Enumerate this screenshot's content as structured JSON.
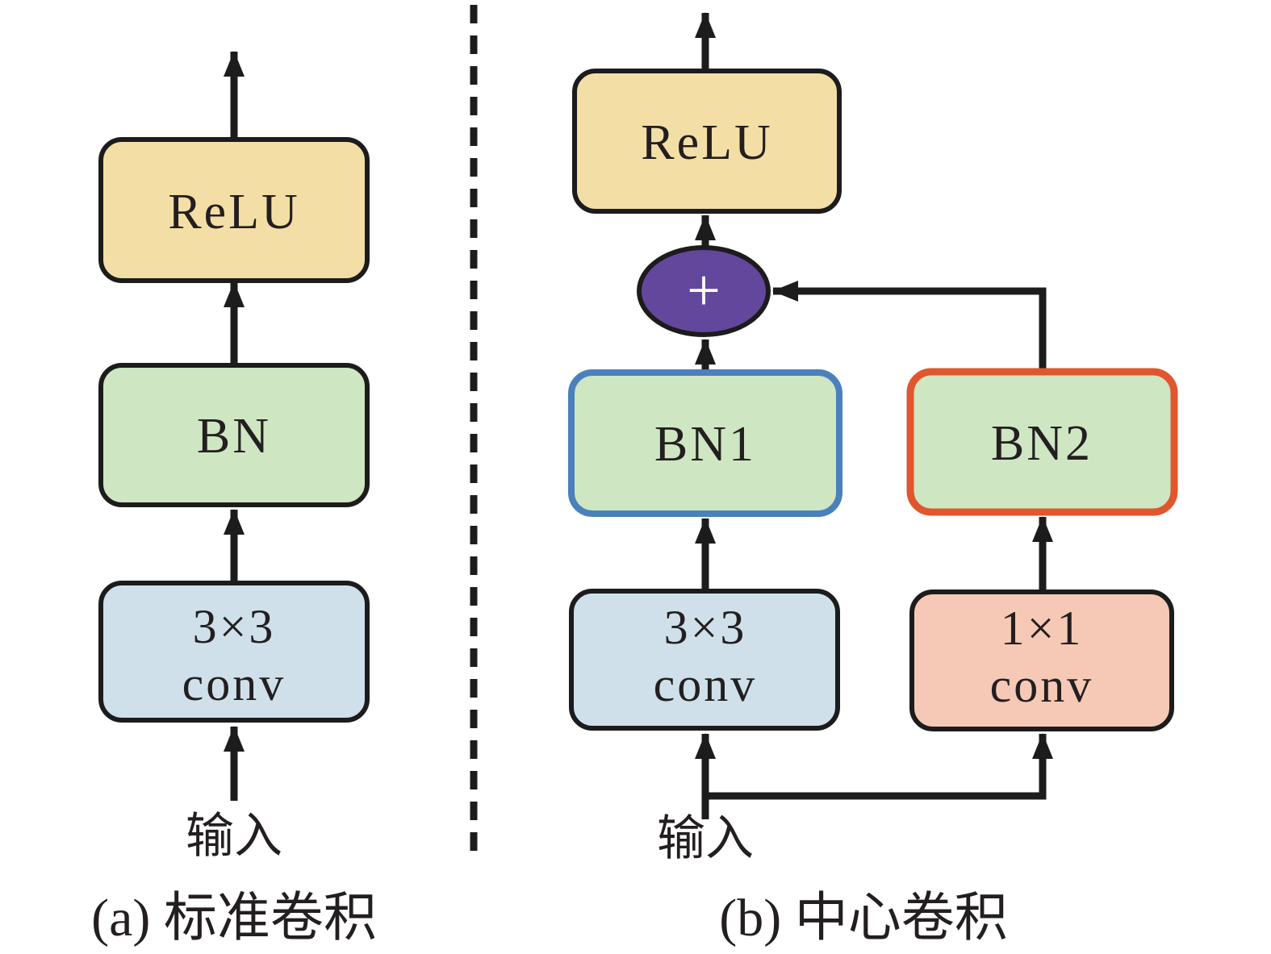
{
  "figure": {
    "panel_a": {
      "caption": "(a) 标准卷积",
      "input_label": "输入",
      "relu_label": "ReLU",
      "bn_label": "BN",
      "conv_label_line1": "3×3",
      "conv_label_line2": "conv"
    },
    "panel_b": {
      "caption": "(b) 中心卷积",
      "input_label": "输入",
      "relu_label": "ReLU",
      "bn1_label": "BN1",
      "bn2_label": "BN2",
      "conv33_label_line1": "3×3",
      "conv33_label_line2": "conv",
      "conv11_label_line1": "1×1",
      "conv11_label_line2": "conv",
      "add_operator_label": "+"
    },
    "colors": {
      "stroke_black": "#1c1c1c",
      "relu_fill": "#f3dfa6",
      "bn_fill": "#cfe6c2",
      "conv33_fill": "#cfe0eb",
      "conv11_fill": "#f6c9b6",
      "add_fill": "#63479c",
      "add_symbol_color": "#ffffff",
      "bn1_border": "#4a80bc",
      "bn2_border": "#e0562e",
      "text_color": "#231f20"
    }
  }
}
